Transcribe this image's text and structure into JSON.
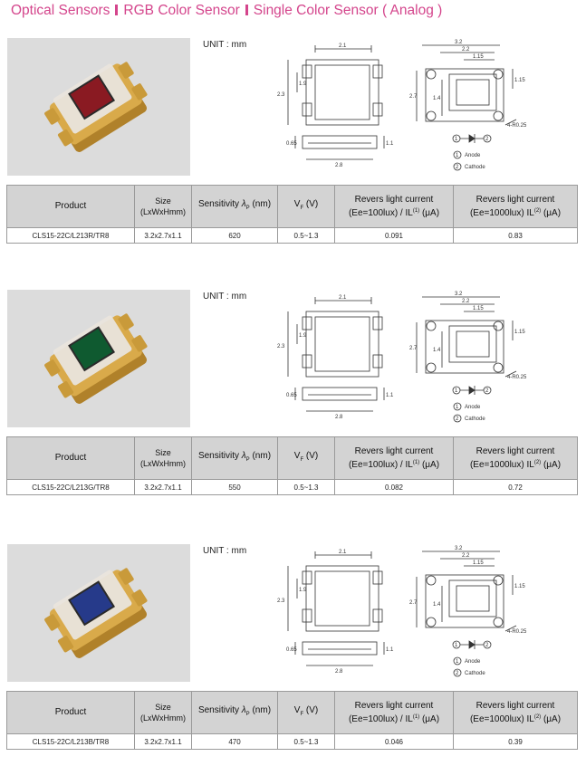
{
  "header": {
    "part1": "Optical Sensors",
    "part2": "RGB Color Sensor",
    "part3": "Single Color Sensor ( Analog )"
  },
  "table_headers": {
    "product": "Product",
    "size_line1": "Size",
    "size_line2": "(LxWxHmm)",
    "sensitivity_prefix": "Sensitivity ",
    "sensitivity_lambda": "λ",
    "sensitivity_sub": "P",
    "sensitivity_suffix": " (nm)",
    "vf_main": "V",
    "vf_sub": "F",
    "vf_suffix": " (V)",
    "il1_line1_prefix": "Revers light current",
    "il1_line2_prefix": "(Ee=100lux) / IL",
    "il1_sup": "(1)",
    "il1_suffix": " (μA)",
    "il2_line1": "Revers light current",
    "il2_line2_prefix": "(Ee=1000lux) IL",
    "il2_sup": "(2)",
    "il2_suffix": " (μA)"
  },
  "drawing_labels": {
    "dim_21": "2.1",
    "dim_32": "3.2",
    "dim_22": "2.2",
    "dim_115": "1.15",
    "dim_23": "2.3",
    "dim_19": "1.9",
    "dim_27": "2.7",
    "dim_14": "1.4",
    "dim_115b": "1.15",
    "dim_r": "4-R0.25",
    "dim_065": "0.65",
    "dim_11": "1.1",
    "dim_28": "2.8",
    "pin1": "1",
    "pin2": "2",
    "anode": "Anode",
    "cathode": "Cathode"
  },
  "sections": [
    {
      "unit": "UNIT : mm",
      "chip_color": "#8a1a22",
      "row": {
        "product": "CLS15-22C/L213R/TR8",
        "size": "3.2x2.7x1.1",
        "sensitivity": "620",
        "vf": "0.5~1.3",
        "il1": "0.091",
        "il2": "0.83"
      }
    },
    {
      "unit": "UNIT : mm",
      "chip_color": "#0f5a30",
      "row": {
        "product": "CLS15-22C/L213G/TR8",
        "size": "3.2x2.7x1.1",
        "sensitivity": "550",
        "vf": "0.5~1.3",
        "il1": "0.082",
        "il2": "0.72"
      }
    },
    {
      "unit": "UNIT : mm",
      "chip_color": "#263a8a",
      "row": {
        "product": "CLS15-22C/L213B/TR8",
        "size": "3.2x2.7x1.1",
        "sensitivity": "470",
        "vf": "0.5~1.3",
        "il1": "0.046",
        "il2": "0.39"
      }
    }
  ],
  "colors": {
    "header": "#d4458c",
    "table_header_bg": "#d3d3d3",
    "photo_bg": "#dcdcdc",
    "gold": "#c99a3a"
  }
}
